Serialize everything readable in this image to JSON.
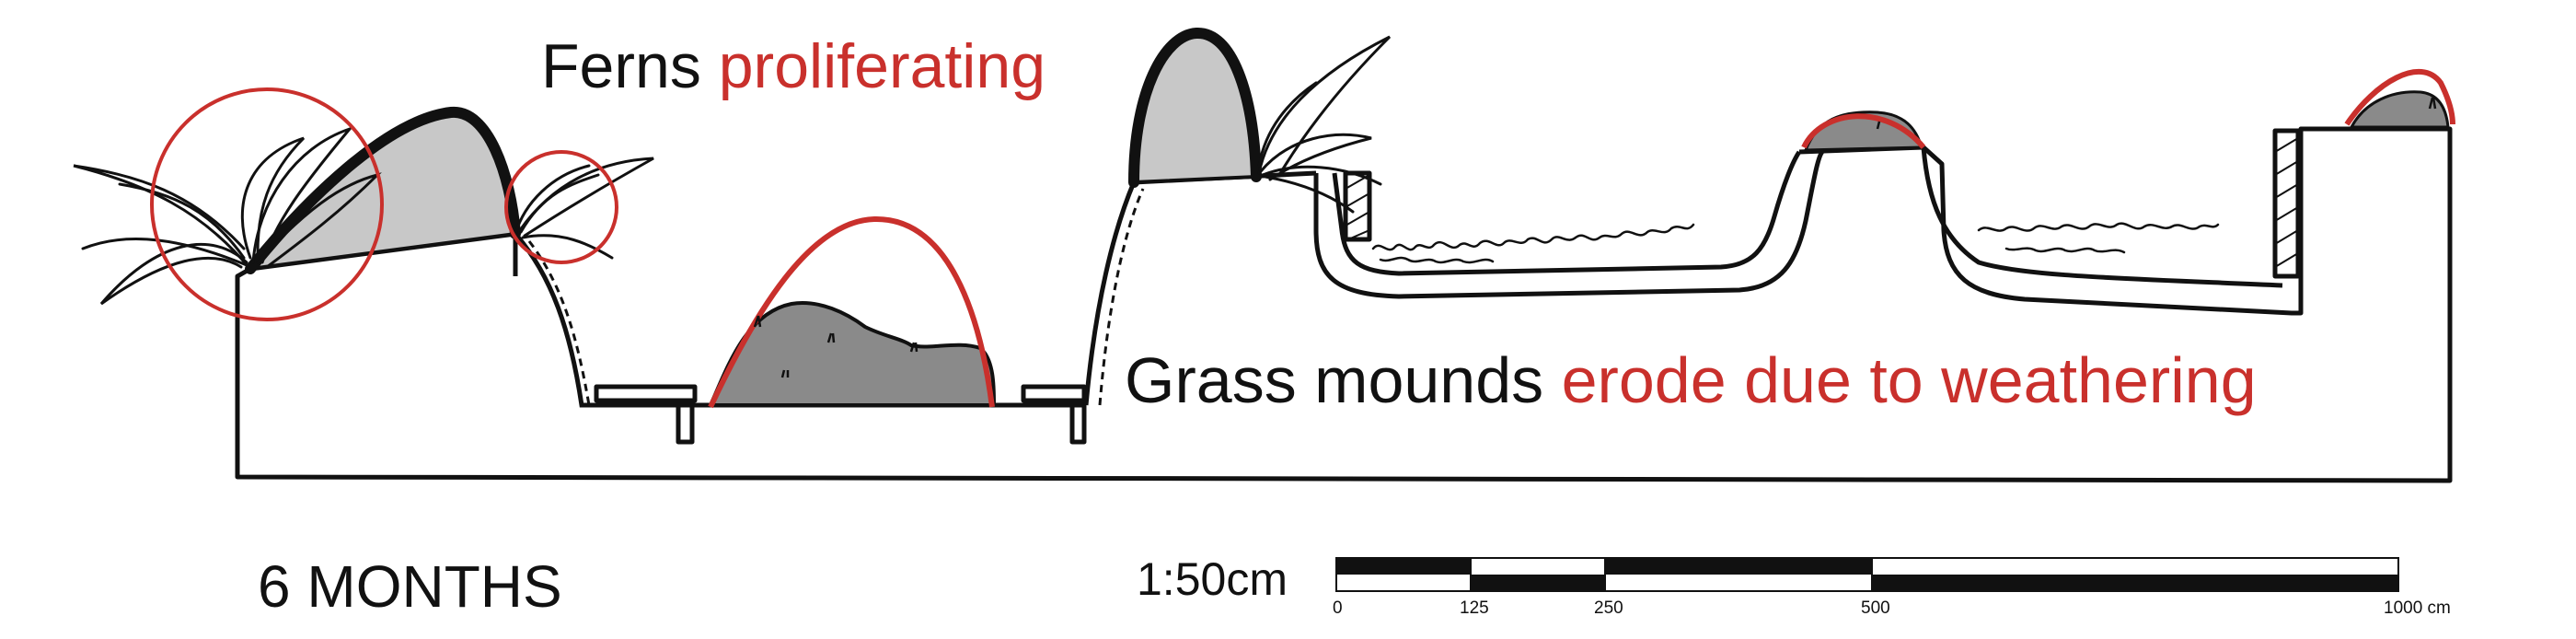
{
  "captions": {
    "ferns": {
      "dark": "Ferns",
      "accent": "proliferating"
    },
    "grass": {
      "dark": "Grass mounds",
      "accent": "erode due to weathering"
    }
  },
  "period_label": "6 MONTHS",
  "scale": {
    "ratio": "1:50cm",
    "ticks": [
      "0",
      "125",
      "250",
      "500",
      "1000 cm"
    ]
  },
  "colors": {
    "ink": "#111111",
    "accent": "#c9302c",
    "mound_light": "#c8c8c8",
    "mound_dark": "#8a8a8a"
  },
  "icons": [
    "fern-icon"
  ]
}
